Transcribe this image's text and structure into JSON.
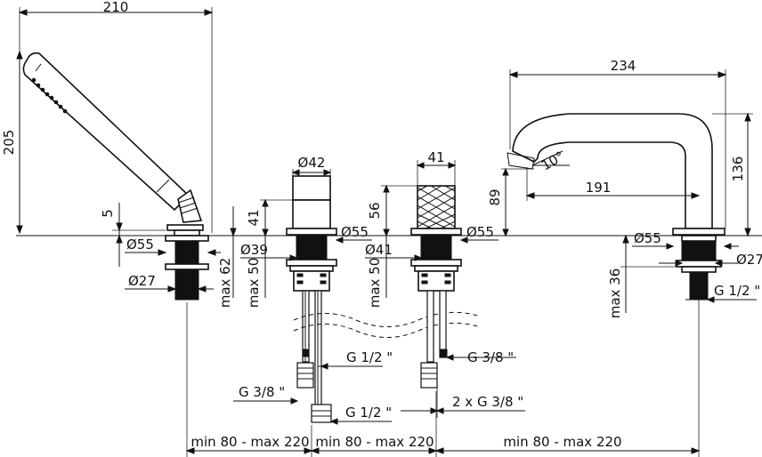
{
  "top": {
    "shower_width": "210",
    "spout_width": "234"
  },
  "hand_shower": {
    "height": "205",
    "gap": "5",
    "dia_top": "Ø55",
    "dia_bottom": "Ø27",
    "max_62": "max 62"
  },
  "valve_left": {
    "dia_cap": "Ø42",
    "cap_height": "41",
    "dia_stem": "Ø39",
    "dia_flange": "Ø55",
    "max_50": "max 50",
    "g12_a": "G 1/2 \"",
    "g38": "G 3/8 \"",
    "g12_b": "G 1/2 \""
  },
  "valve_right": {
    "width": "41",
    "height": "56",
    "dia_stem": "Ø41",
    "dia_flange": "Ø55",
    "max_50": "max 50",
    "g38": "G 3/8 \"",
    "g38x2": "2 x G 3/8 \""
  },
  "spout": {
    "height_136": "136",
    "height_89": "89",
    "reach": "191",
    "angle": "10°",
    "dia_flange": "Ø55",
    "dia_bottom": "Ø27",
    "max_36": "max 36",
    "g12": "G 1/2 \""
  },
  "bottom": {
    "span_1": "min 80 - max 220",
    "span_2": "min 80 - max 220",
    "span_3": "min 80 - max 220"
  }
}
